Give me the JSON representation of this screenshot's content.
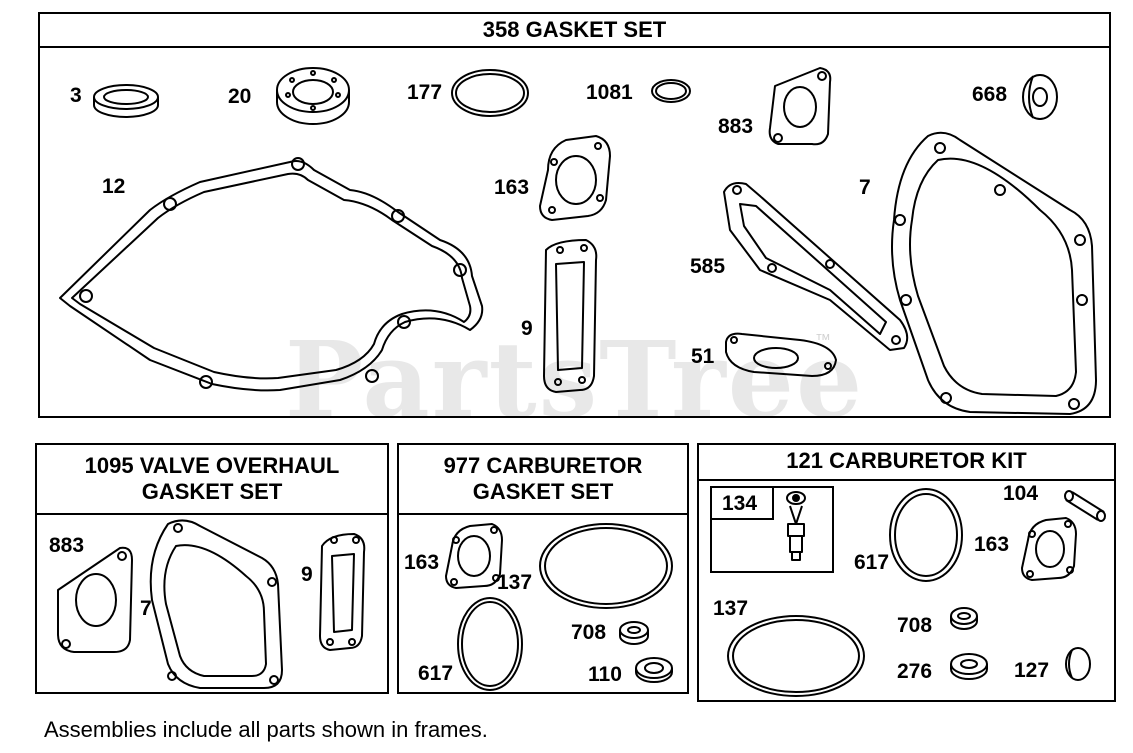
{
  "watermark": {
    "text": "PartsTree",
    "trademark": "™"
  },
  "frames": {
    "gasket_set": {
      "title": "358 GASKET SET",
      "labels": {
        "p3": "3",
        "p20": "20",
        "p177": "177",
        "p1081": "1081",
        "p883": "883",
        "p668": "668",
        "p12": "12",
        "p163": "163",
        "p7": "7",
        "p585": "585",
        "p9": "9",
        "p51": "51"
      }
    },
    "valve_overhaul": {
      "title_line1": "1095 VALVE OVERHAUL",
      "title_line2": "GASKET SET",
      "labels": {
        "p883": "883",
        "p7": "7",
        "p9": "9"
      }
    },
    "carb_gasket": {
      "title_line1": "977 CARBURETOR",
      "title_line2": "GASKET SET",
      "labels": {
        "p163": "163",
        "p137": "137",
        "p708": "708",
        "p617": "617",
        "p110": "110"
      }
    },
    "carb_kit": {
      "title": "121 CARBURETOR KIT",
      "labels": {
        "p134": "134",
        "p104": "104",
        "p617": "617",
        "p163": "163",
        "p137": "137",
        "p708": "708",
        "p276": "276",
        "p127": "127"
      }
    }
  },
  "footer_note": "Assemblies include all parts shown in frames."
}
